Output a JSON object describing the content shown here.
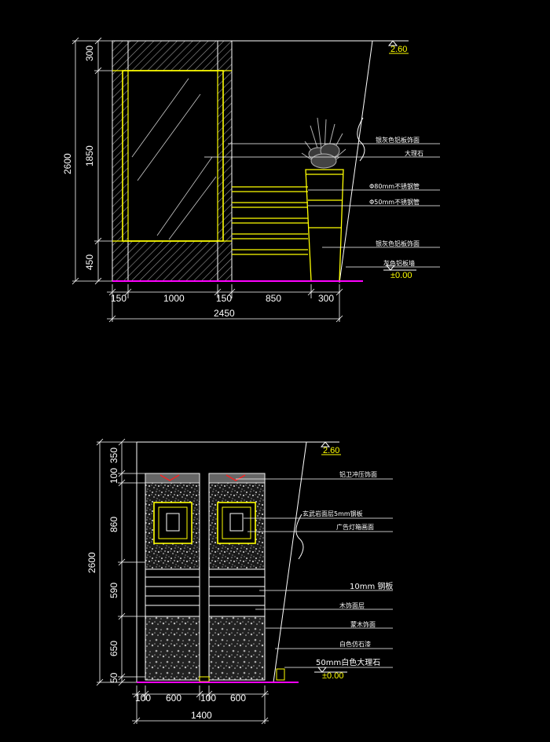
{
  "colors": {
    "background": "#000000",
    "outline": "#ffff00",
    "hatch": "#c8c8c8",
    "floor": "#ff00ff",
    "dimension": "#ffffff",
    "accent_red": "#ff2020"
  },
  "elevation_top": {
    "level_top": "2.60",
    "level_floor": "±0.00",
    "vertical_dims": [
      "300",
      "1850",
      "450"
    ],
    "total_height": "2600",
    "horizontal_dims": [
      "150",
      "1000",
      "150",
      "850",
      "300"
    ],
    "total_width": "2450",
    "annotations": [
      "银灰色铝板饰面",
      "大理石",
      "Φ80mm不锈钢管",
      "Φ50mm不锈钢管",
      "银灰色铝板饰面",
      "灰色铝板墙"
    ]
  },
  "elevation_bottom": {
    "level_top": "2.60",
    "level_floor": "±0.00",
    "vertical_dims": [
      "350",
      "100",
      "860",
      "590",
      "650",
      "50"
    ],
    "total_height": "2600",
    "horizontal_dims": [
      "100",
      "600",
      "100",
      "600"
    ],
    "total_width": "1400",
    "annotations": [
      "铝卫冲压饰面",
      "玄武岩面层5mm钢板",
      "广告灯箱画面",
      "10mm 钢板",
      "木饰面层",
      "蒙木饰面",
      "白色仿石漆",
      "50mm白色大理石"
    ]
  }
}
